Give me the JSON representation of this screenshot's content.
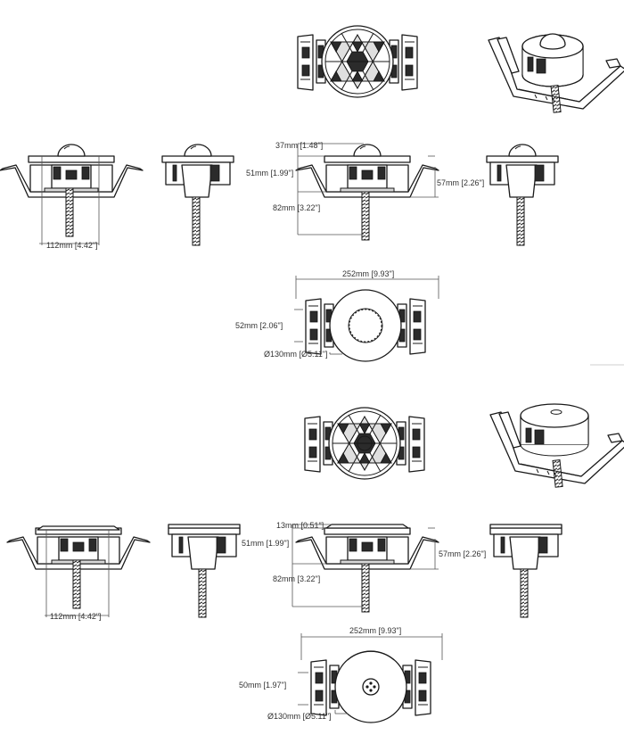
{
  "sensor_with_lens": {
    "dim_height_above": "37mm [1.48\"]",
    "dim_body_height": "51mm [1.99\"]",
    "dim_bracket_height": "57mm [2.26\"]",
    "dim_stem_length": "82mm [3.22\"]",
    "dim_cutout_width": "112mm [4.42\"]",
    "dim_overall_width": "252mm [9.93\"]",
    "dim_depth": "52mm [2.06\"]",
    "dim_diameter": "Ø130mm [Ø5.11\"]"
  },
  "sensor_flat": {
    "dim_height_above": "13mm [0.51\"]",
    "dim_body_height": "51mm [1.99\"]",
    "dim_bracket_height": "57mm [2.26\"]",
    "dim_stem_length": "82mm [3.22\"]",
    "dim_cutout_width": "112mm [4.42\"]",
    "dim_overall_width": "252mm [9.93\"]",
    "dim_depth": "50mm [1.97\"]",
    "dim_diameter": "Ø130mm [Ø5.11\"]"
  }
}
